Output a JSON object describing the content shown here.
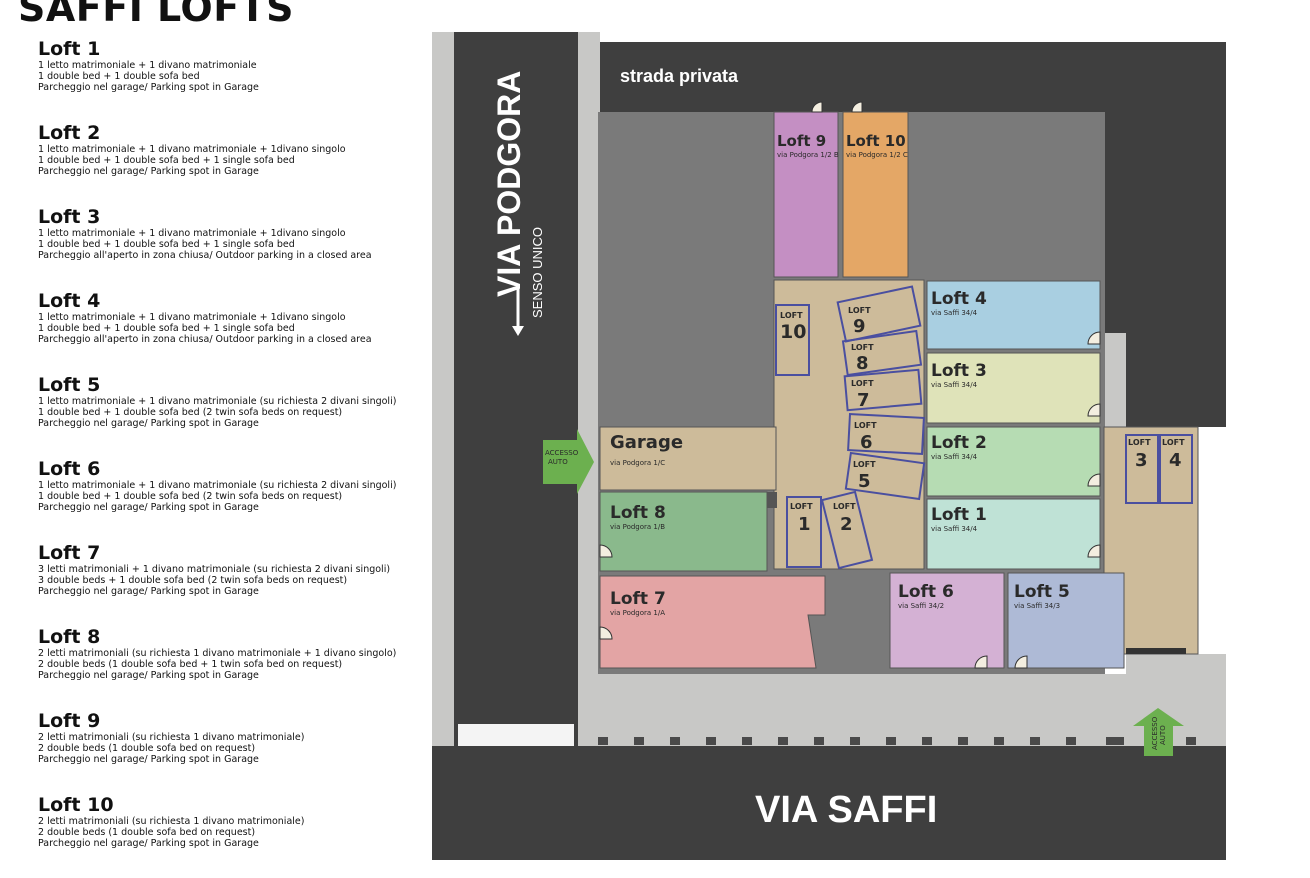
{
  "title": "SAFFI LOFTS",
  "lofts": [
    {
      "name": "Loft 1",
      "lines": [
        "1 letto matrimoniale + 1 divano matrimoniale",
        "1 double bed + 1 double sofa bed",
        "Parcheggio nel garage/ Parking spot in Garage"
      ]
    },
    {
      "name": "Loft 2",
      "lines": [
        "1 letto matrimoniale + 1 divano matrimoniale + 1divano singolo",
        "1 double bed + 1 double sofa bed + 1 single sofa bed",
        "Parcheggio nel garage/ Parking spot in Garage"
      ]
    },
    {
      "name": "Loft 3",
      "lines": [
        "1 letto matrimoniale + 1 divano matrimoniale + 1divano singolo",
        "1 double bed + 1 double sofa bed + 1 single sofa bed",
        "Parcheggio all'aperto in zona chiusa/ Outdoor parking in a closed area"
      ]
    },
    {
      "name": "Loft 4",
      "lines": [
        "1 letto matrimoniale + 1 divano matrimoniale + 1divano singolo",
        "1 double bed + 1 double sofa bed + 1 single sofa bed",
        "Parcheggio all'aperto in zona chiusa/ Outdoor parking in a closed area"
      ]
    },
    {
      "name": "Loft 5",
      "lines": [
        "1 letto matrimoniale + 1 divano matrimoniale (su richiesta 2 divani singoli)",
        "1 double bed + 1 double sofa bed (2 twin sofa beds on request)",
        "Parcheggio nel garage/ Parking spot in Garage"
      ]
    },
    {
      "name": "Loft 6",
      "lines": [
        "1 letto matrimoniale + 1 divano matrimoniale (su richiesta 2 divani singoli)",
        "1 double bed + 1 double sofa bed (2 twin sofa beds on request)",
        "Parcheggio nel garage/ Parking spot in Garage"
      ]
    },
    {
      "name": "Loft 7",
      "lines": [
        "3 letti matrimoniali + 1 divano matrimoniale (su richiesta 2 divani singoli)",
        "3 double beds + 1 double sofa bed (2 twin sofa beds on request)",
        "Parcheggio nel garage/ Parking spot in Garage"
      ]
    },
    {
      "name": "Loft 8",
      "lines": [
        "2 letti matrimoniali (su richiesta 1 divano matrimoniale + 1 divano singolo)",
        "2 double beds (1 double sofa bed + 1 twin sofa bed on request)",
        "Parcheggio nel garage/ Parking spot in Garage"
      ]
    },
    {
      "name": "Loft 9",
      "lines": [
        "2 letti matrimoniali (su richiesta 1 divano matrimoniale)",
        "2 double beds (1 double sofa bed on request)",
        "Parcheggio nel garage/ Parking spot in Garage"
      ]
    },
    {
      "name": "Loft 10",
      "lines": [
        "2 letti matrimoniali (su richiesta 1 divano matrimoniale)",
        "2 double beds (1 double sofa bed on request)",
        "Parcheggio nel garage/ Parking spot in Garage"
      ]
    }
  ],
  "map": {
    "street_podgora": "VIA PODGORA",
    "senso_unico": "SENSO UNICO",
    "street_saffi": "VIA SAFFI",
    "strada_privata": "strada privata",
    "accesso_auto_1": "ACCESSO",
    "accesso_auto_2": "AUTO",
    "garage": {
      "name": "Garage",
      "addr": "via Podgora 1/C"
    },
    "units": {
      "loft9": {
        "name": "Loft 9",
        "addr": "via Podgora 1/2 B"
      },
      "loft10": {
        "name": "Loft 10",
        "addr": "via Podgora 1/2 C"
      },
      "loft4": {
        "name": "Loft 4",
        "addr": "via Saffi 34/4"
      },
      "loft3": {
        "name": "Loft 3",
        "addr": "via Saffi 34/4"
      },
      "loft2": {
        "name": "Loft 2",
        "addr": "via Saffi 34/4"
      },
      "loft1": {
        "name": "Loft 1",
        "addr": "via Saffi 34/4"
      },
      "loft8": {
        "name": "Loft 8",
        "addr": "via Podgora 1/B"
      },
      "loft7": {
        "name": "Loft 7",
        "addr": "via Podgora 1/A"
      },
      "loft6": {
        "name": "Loft 6",
        "addr": "via Saffi 34/2"
      },
      "loft5": {
        "name": "Loft 5",
        "addr": "via Saffi 34/3"
      }
    },
    "spot_word": "LOFT",
    "spots": [
      "10",
      "9",
      "8",
      "7",
      "6",
      "5",
      "1",
      "2",
      "3",
      "4"
    ]
  },
  "colors": {
    "dark_road": "#3f3f3f",
    "courtyard": "#7a7a7a",
    "sidewalk": "#c8c8c6",
    "tan": "#cdbb9a",
    "loft9": "#c48fc3",
    "loft10": "#e4a766",
    "loft4": "#a9cfe1",
    "loft3": "#dfe3b9",
    "loft2": "#b6dcb3",
    "loft1": "#bfe2d6",
    "loft8": "#8ab98c",
    "loft7": "#e3a4a4",
    "loft6": "#d4b1d4",
    "loft5": "#aebad6",
    "arrow_green": "#6cb04f",
    "spot_stroke": "#4a4fa0"
  }
}
